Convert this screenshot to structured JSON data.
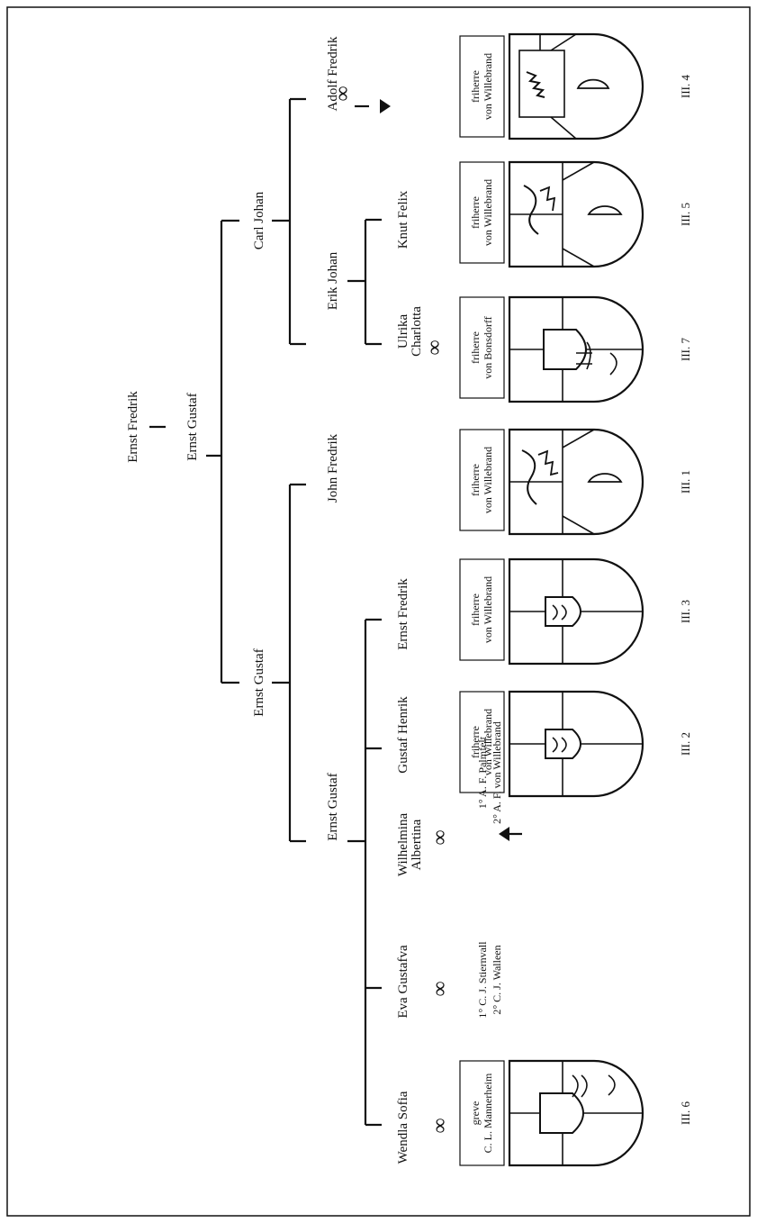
{
  "people": {
    "ernst_fredrik_root": "Ernst Fredrik",
    "ernst_gustaf_1": "Ernst Gustaf",
    "ernst_gustaf_2": "Ernst Gustaf",
    "ernst_gustaf_3": "Ernst Gustaf",
    "carl_johan": "Carl Johan",
    "john_fredrik": "John Fredrik",
    "adolf_fredrik": "Adolf Fredrik",
    "erik_johan": "Erik Johan",
    "knut_felix": "Knut Felix",
    "ulrika_charlotta": [
      "Ulrika",
      "Charlotta"
    ],
    "ernst_fredrik_child": "Ernst Fredrik",
    "gustaf_henrik": "Gustaf Henrik",
    "wilhelmina_albertina": [
      "Wilhelmina",
      "Albertina"
    ],
    "eva_gustafva": "Eva Gustafva",
    "wendla_sofia": "Wendla Sofia"
  },
  "marriage_symbol": "∞",
  "spouses": {
    "wilhelmina": [
      "1° A. F. Palmfelt",
      "2° A. F. von Willebrand"
    ],
    "eva": [
      "1° C. J. Stiernvall",
      "2° C. J. Walleen"
    ]
  },
  "title_boxes": {
    "ill4": [
      "friherre",
      "von Willebrand"
    ],
    "ill5": [
      "friherre",
      "von Willebrand"
    ],
    "ill7": [
      "friherre",
      "von Bonsdorff"
    ],
    "ill1": [
      "friherre",
      "von Willebrand"
    ],
    "ill3": [
      "friherre",
      "von Willebrand"
    ],
    "ill2": [
      "friherre",
      "von Willebrand"
    ],
    "ill6": [
      "greve",
      "C. L. Mannerheim"
    ]
  },
  "figure_labels": {
    "ill4": "III. 4",
    "ill5": "III. 5",
    "ill7": "III. 7",
    "ill1": "III. 1",
    "ill3": "III. 3",
    "ill2": "III. 2",
    "ill6": "III. 6"
  }
}
